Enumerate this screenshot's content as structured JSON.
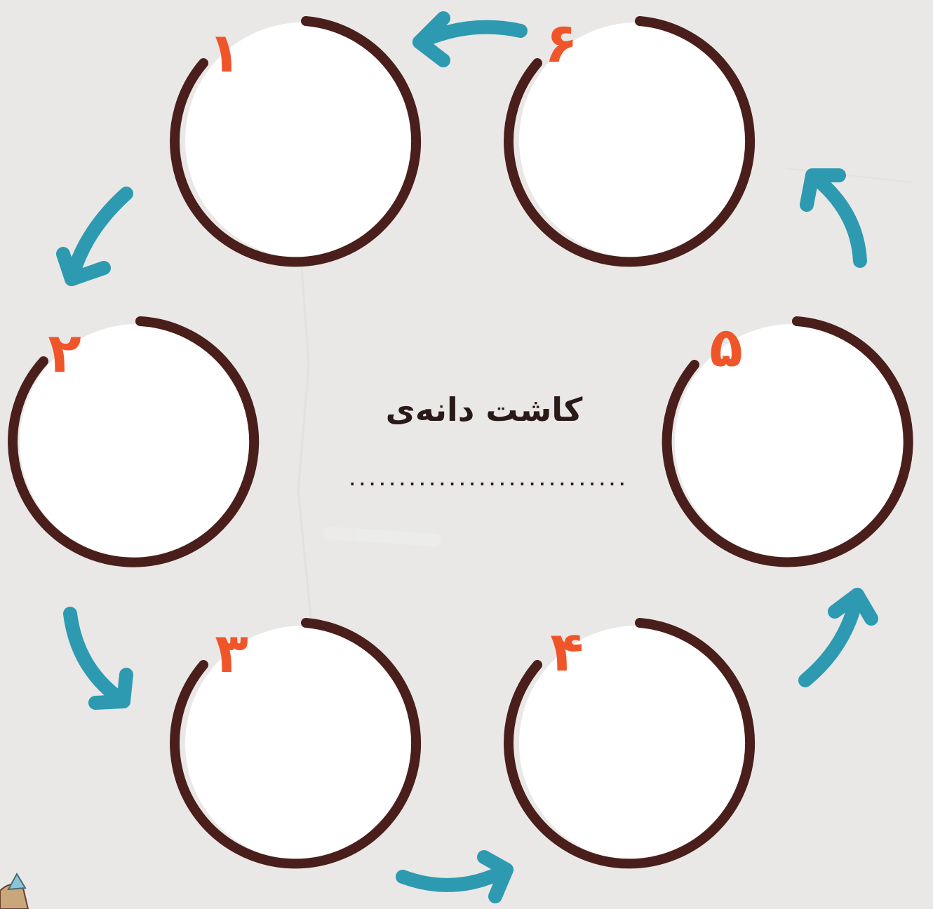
{
  "title": "کاشت دانه‌ی",
  "blank": "............................",
  "colors": {
    "background": "#e9e8e6",
    "circle_outline": "#4a1f1b",
    "circle_fill": "#ffffff",
    "arrow": "#2d9ab1",
    "number": "#f0552a",
    "text": "#2a1a17"
  },
  "steps": [
    {
      "label": "۱"
    },
    {
      "label": "۲"
    },
    {
      "label": "۳"
    },
    {
      "label": "۴"
    },
    {
      "label": "۵"
    },
    {
      "label": "۶"
    }
  ],
  "arrows": [
    {
      "from": "۱",
      "to": "۲"
    },
    {
      "from": "۲",
      "to": "۳"
    },
    {
      "from": "۳",
      "to": "۴"
    },
    {
      "from": "۴",
      "to": "۵"
    },
    {
      "from": "۵",
      "to": "۶"
    },
    {
      "from": "۶",
      "to": "۱"
    }
  ]
}
